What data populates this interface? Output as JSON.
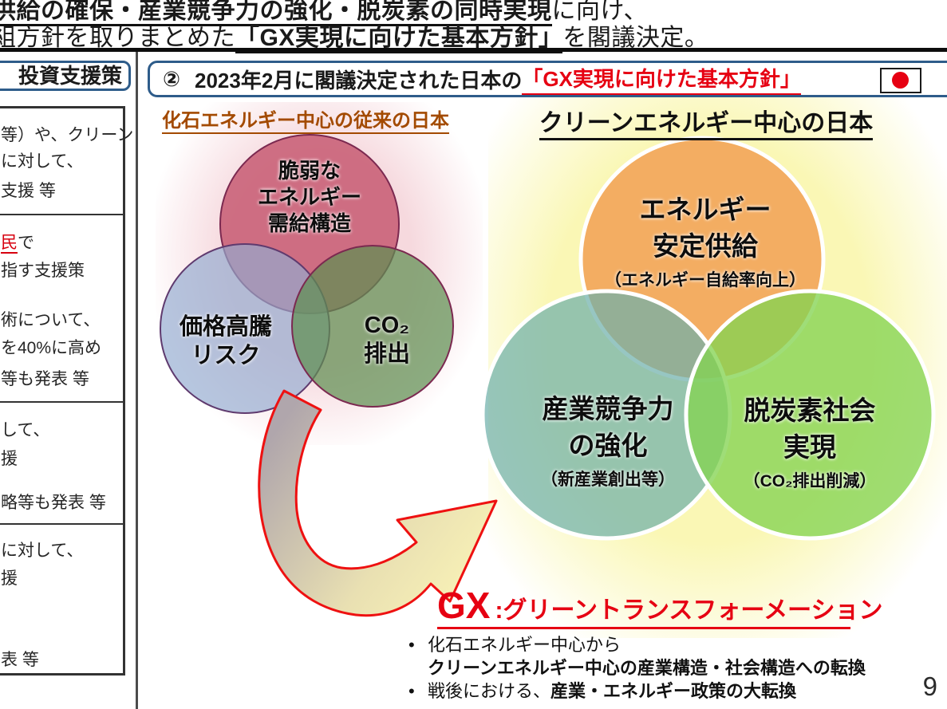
{
  "colors": {
    "accent_red": "#e60012",
    "header_border_blue": "#2e5c8a",
    "left_title_brown": "#a34a00",
    "left_circle_border": "#7b2950",
    "right_circle_stroke": "#ffffff"
  },
  "top_banner": {
    "line1_bold": "供給の確保・産業競争力の強化・脱炭素の同時実現",
    "line1_rest": "に向け、",
    "line2_pre": "組方針を取りまとめた",
    "line2_bold": "「GX実現に向けた基本方針」",
    "line2_post": "を閣議決定。"
  },
  "sidebar": {
    "header": "投資支援策",
    "rows": [
      {
        "l1": "等）や、クリーン",
        "l2": "に対して、",
        "l3": "支援  等"
      },
      {
        "l1_red": "民",
        "l1": "で",
        "l2": "指す支援策",
        "l3": "術について、",
        "l4": "を40%に高め",
        "l5": "等も発表  等"
      },
      {
        "l1": "して、",
        "l2": "援",
        "l3": "略等も発表  等"
      },
      {
        "l1": "に対して、",
        "l2": "援",
        "l3": "表  等"
      }
    ]
  },
  "section_header": {
    "number": "②",
    "title": "2023年2月に閣議決定された日本の",
    "title_red": "「GX実現に向けた基本方針」"
  },
  "left_venn": {
    "title": "化石エネルギー中心の従来の日本",
    "circle_fragile": {
      "l1": "脆弱な",
      "l2": "エネルギー",
      "l3": "需給構造"
    },
    "circle_price": {
      "l1": "価格高騰",
      "l2": "リスク"
    },
    "circle_co2": {
      "l1": "CO₂",
      "l2": "排出"
    }
  },
  "right_venn": {
    "title": "クリーンエネルギー中心の日本",
    "circle_energy": {
      "l1": "エネルギー",
      "l2": "安定供給",
      "sub": "（エネルギー自給率向上）"
    },
    "circle_industry": {
      "l1": "産業競争力",
      "l2": "の強化",
      "sub": "（新産業創出等）"
    },
    "circle_decarbon": {
      "l1": "脱炭素社会",
      "l2": "実現",
      "sub": "（CO₂排出削減）"
    }
  },
  "gx": {
    "term": "GX",
    "subtitle": ":グリーントランスフォーメーション",
    "bullet_glyph": "•",
    "bullet1_normal": "化石エネルギー中心から",
    "bullet1_bold": "クリーンエネルギー中心の産業構造・社会構造への転換",
    "bullet2_normal": "戦後における、",
    "bullet2_bold": "産業・エネルギー政策の大転換"
  },
  "page_number": "9"
}
